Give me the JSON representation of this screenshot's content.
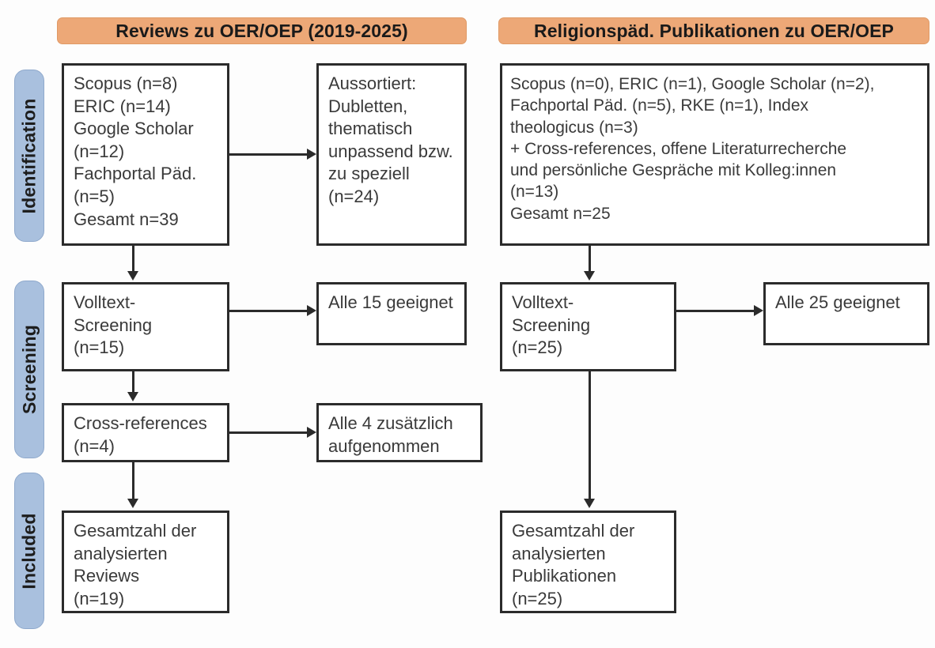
{
  "diagram": {
    "type": "prisma-flow",
    "columns": [
      {
        "id": "reviews",
        "header": "Reviews zu OER/OEP (2019-2025)"
      },
      {
        "id": "publikationen",
        "header": "Religionspäd. Publikationen zu OER/OEP"
      }
    ],
    "stages": [
      {
        "id": "identification",
        "label": "Identification"
      },
      {
        "id": "screening",
        "label": "Screening"
      },
      {
        "id": "included",
        "label": "Included"
      }
    ],
    "boxes": {
      "left_identification_sources": "Scopus (n=8)\nERIC (n=14)\nGoogle Scholar\n(n=12)\nFachportal Päd.\n(n=5)\nGesamt n=39",
      "left_excluded": "Aussortiert:\nDubletten,\nthematisch\nunpassend bzw.\nzu speziell\n(n=24)",
      "left_fulltext_screening": "Volltext-\nScreening\n(n=15)",
      "left_all_suitable": "Alle 15 geeignet",
      "left_cross_references": "Cross-references\n(n=4)",
      "left_all_added": "Alle 4 zusätzlich\naufgenommen",
      "left_included_total": "Gesamtzahl der\nanalysierten\nReviews\n(n=19)",
      "right_identification_sources": "Scopus (n=0), ERIC (n=1), Google Scholar (n=2),\nFachportal Päd. (n=5), RKE (n=1), Index\ntheologicus (n=3)\n+ Cross-references, offene Literaturrecherche\nund persönliche Gespräche mit Kolleg:innen\n(n=13)\nGesamt n=25",
      "right_fulltext_screening": "Volltext-\nScreening\n(n=25)",
      "right_all_suitable": "Alle 25 geeignet",
      "right_included_total": "Gesamtzahl der\nanalysierten\nPublikationen\n(n=25)"
    },
    "colors": {
      "stage_pill_fill": "#a9c0de",
      "stage_pill_border": "#8fa9cc",
      "header_fill": "#eda877",
      "header_border": "#e09a66",
      "box_border": "#2b2b2b",
      "box_fill": "#ffffff",
      "text": "#3a3a3a",
      "connector": "#2b2b2b",
      "background": "#fdfdfd"
    },
    "counts": {
      "left_scopus": 8,
      "left_eric": 14,
      "left_google_scholar": 12,
      "left_fachportal": 5,
      "left_total": 39,
      "left_excluded": 24,
      "left_fulltext": 15,
      "left_suitable": 15,
      "left_cross_references": 4,
      "left_added": 4,
      "left_included": 19,
      "right_scopus": 0,
      "right_eric": 1,
      "right_google_scholar": 2,
      "right_fachportal": 5,
      "right_rke": 1,
      "right_index_theologicus": 3,
      "right_other": 13,
      "right_total": 25,
      "right_fulltext": 25,
      "right_suitable": 25,
      "right_included": 25
    }
  }
}
